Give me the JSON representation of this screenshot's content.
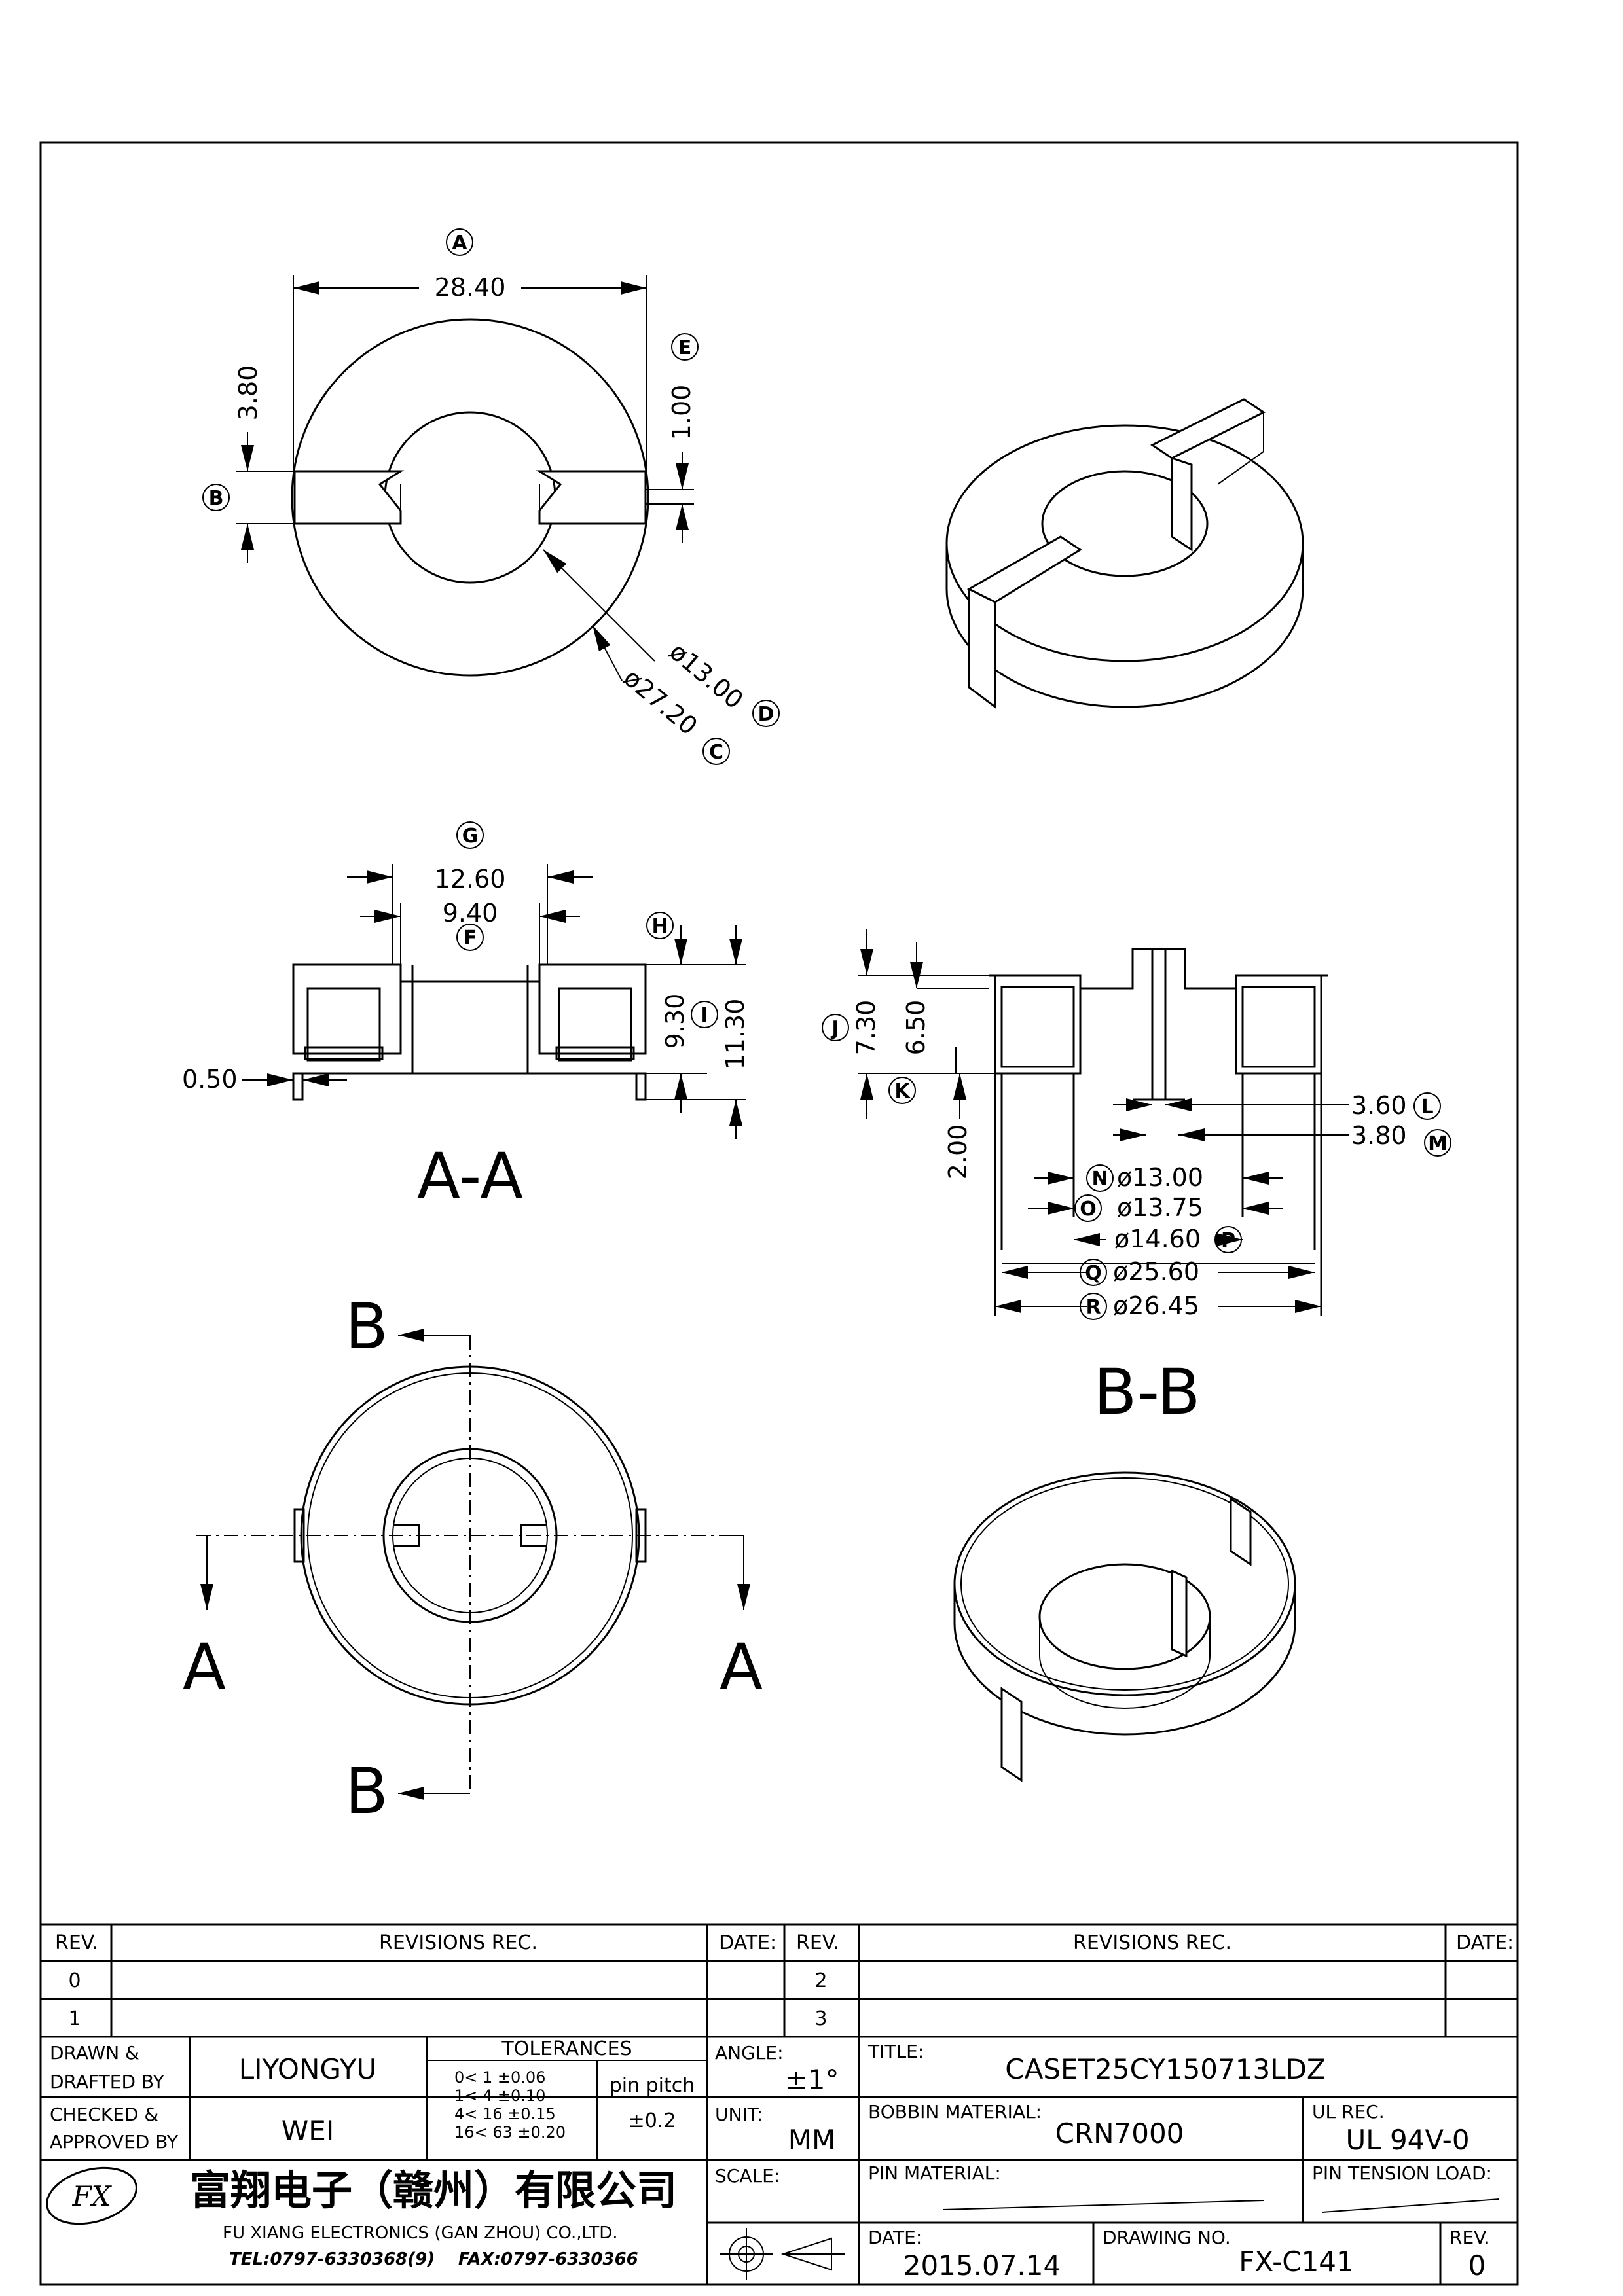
{
  "views": {
    "top": {
      "dim_A": "28.40",
      "dim_B": "3.80",
      "dim_E": "1.00",
      "dim_D": "ø13.00",
      "dim_C": "ø27.20"
    },
    "section_AA": {
      "title": "A-A",
      "dim_G": "12.60",
      "dim_F": "9.40",
      "dim_pin": "0.50",
      "dim_H": "9.30",
      "dim_I": "11.30"
    },
    "section_BB": {
      "title": "B-B",
      "dim_J": "7.30",
      "dim_J2": "6.50",
      "dim_K": "2.00",
      "dim_L": "3.60",
      "dim_M": "3.80",
      "dim_N": "ø13.00",
      "dim_O": "ø13.75",
      "dim_P": "ø14.60",
      "dim_Q": "ø25.60",
      "dim_R": "ø26.45"
    },
    "bottom": {
      "cut_A": "A",
      "cut_B": "B"
    },
    "callouts": [
      "A",
      "B",
      "C",
      "D",
      "E",
      "F",
      "G",
      "H",
      "I",
      "J",
      "K",
      "L",
      "M",
      "N",
      "O",
      "P",
      "Q",
      "R"
    ]
  },
  "title_block": {
    "rev_header": "REV.",
    "revisions_header": "REVISIONS  REC.",
    "date_header": "DATE:",
    "rev_rows": [
      "0",
      "1"
    ],
    "rev_rows_right": [
      "2",
      "3"
    ],
    "drawn_label": "DRAWN &\nDRAFTED BY",
    "drawn_value": "LIYONGYU",
    "checked_label": "CHECKED &\nAPPROVED BY",
    "checked_value": "WEI",
    "tolerances_label": "TOLERANCES",
    "tolerance_rows": [
      "0<  1   ±0.06",
      "1<  4   ±0.10",
      "4<  16  ±0.15",
      "16<  63  ±0.20"
    ],
    "pin_pitch_label": "pin pitch",
    "pin_pitch_value": "±0.2",
    "angle_label": "ANGLE:",
    "angle_value": "±1°",
    "unit_label": "UNIT:",
    "unit_value": "MM",
    "scale_label": "SCALE:",
    "title_label": "TITLE:",
    "title_value": "CASET25CY150713LDZ",
    "bobbin_material_label": "BOBBIN MATERIAL:",
    "bobbin_material_value": "CRN7000",
    "ul_rec_label": "UL REC.",
    "ul_rec_value": "UL 94V-0",
    "pin_material_label": "PIN MATERIAL:",
    "pin_tension_label": "PIN TENSION LOAD:",
    "date_label": "DATE:",
    "date_value": "2015.07.14",
    "drawing_no_label": "DRAWING NO.",
    "drawing_no_value": "FX-C141",
    "rev_label": "REV.",
    "rev_value": "0",
    "company_cn": "富翔电子（赣州）有限公司",
    "company_en": "FU XIANG ELECTRONICS (GAN ZHOU) CO.,LTD.",
    "tel": "TEL:0797-6330368(9)",
    "fax": "FAX:0797-6330366",
    "logo_text": "FX"
  }
}
